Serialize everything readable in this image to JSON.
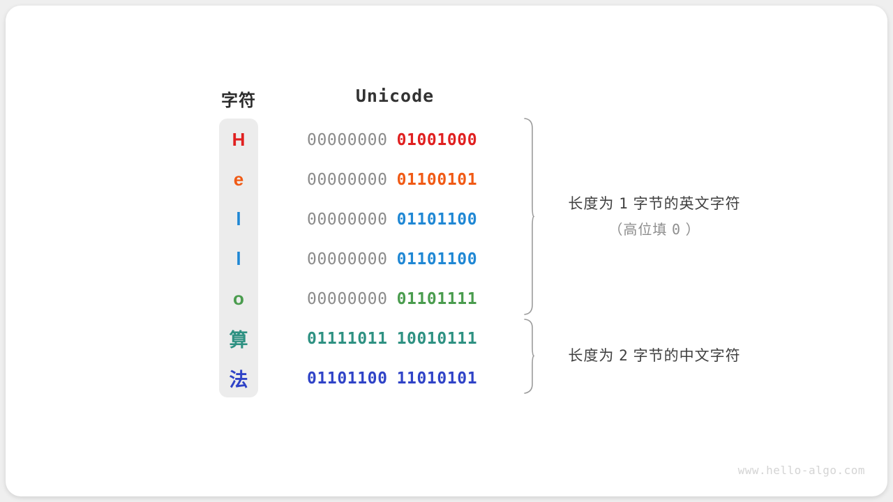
{
  "table": {
    "headers": {
      "char": "字符",
      "unicode": "Unicode"
    },
    "rows": [
      {
        "char": "H",
        "color": "#e02020",
        "high_byte": "00000000",
        "low_byte": "01001000",
        "high_colored": false
      },
      {
        "char": "e",
        "color": "#f05a15",
        "high_byte": "00000000",
        "low_byte": "01100101",
        "high_colored": false
      },
      {
        "char": "l",
        "color": "#1f87d4",
        "high_byte": "00000000",
        "low_byte": "01101100",
        "high_colored": false
      },
      {
        "char": "l",
        "color": "#1f87d4",
        "high_byte": "00000000",
        "low_byte": "01101100",
        "high_colored": false
      },
      {
        "char": "o",
        "color": "#4a9c4e",
        "high_byte": "00000000",
        "low_byte": "01101111",
        "high_colored": false
      },
      {
        "char": "算",
        "color": "#2e9182",
        "high_byte": "01111011",
        "low_byte": "10010111",
        "high_colored": true
      },
      {
        "char": "法",
        "color": "#2f43c7",
        "high_byte": "01101100",
        "low_byte": "11010101",
        "high_colored": true
      }
    ]
  },
  "annotations": [
    {
      "main_prefix": "长度为",
      "main_number": "1",
      "main_suffix": "字节的英文字符",
      "sub_prefix": "（高位填",
      "sub_number": "0",
      "sub_suffix": "）"
    },
    {
      "main_prefix": "长度为",
      "main_number": "2",
      "main_suffix": "字节的中文字符"
    }
  ],
  "watermark": "www.hello-algo.com",
  "colors": {
    "background": "#efefef",
    "card": "#ffffff",
    "char_column": "#ececec",
    "grey_byte": "#8b8b8b",
    "brace": "#9b9b9b"
  }
}
